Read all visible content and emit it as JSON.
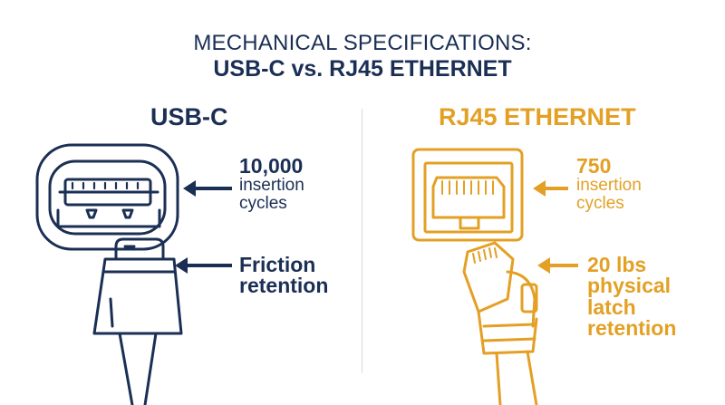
{
  "header": {
    "line1": "MECHANICAL SPECIFICATIONS:",
    "line2": "USB-C vs. RJ45 ETHERNET"
  },
  "usbc": {
    "heading": "USB-C",
    "insertions_value": "10,000",
    "insertions_line1": "insertion",
    "insertions_line2": "cycles",
    "retention_line1": "Friction",
    "retention_line2": "retention"
  },
  "rj45": {
    "heading": "RJ45 ETHERNET",
    "insertions_value": "750",
    "insertions_line1": "insertion",
    "insertions_line2": "cycles",
    "retention_line1": "20 lbs",
    "retention_line2": "physical",
    "retention_line3": "latch",
    "retention_line4": "retention"
  },
  "colors": {
    "navy": "#1b2f55",
    "gold": "#e3a024",
    "divider": "#d6d9de"
  },
  "icons": {
    "usbc_port": "usb-c-port-icon",
    "usbc_plug": "usb-c-cable-icon",
    "rj45_jack": "rj45-jack-icon",
    "rj45_plug": "rj45-cable-icon",
    "arrow": "arrow-left-icon"
  }
}
